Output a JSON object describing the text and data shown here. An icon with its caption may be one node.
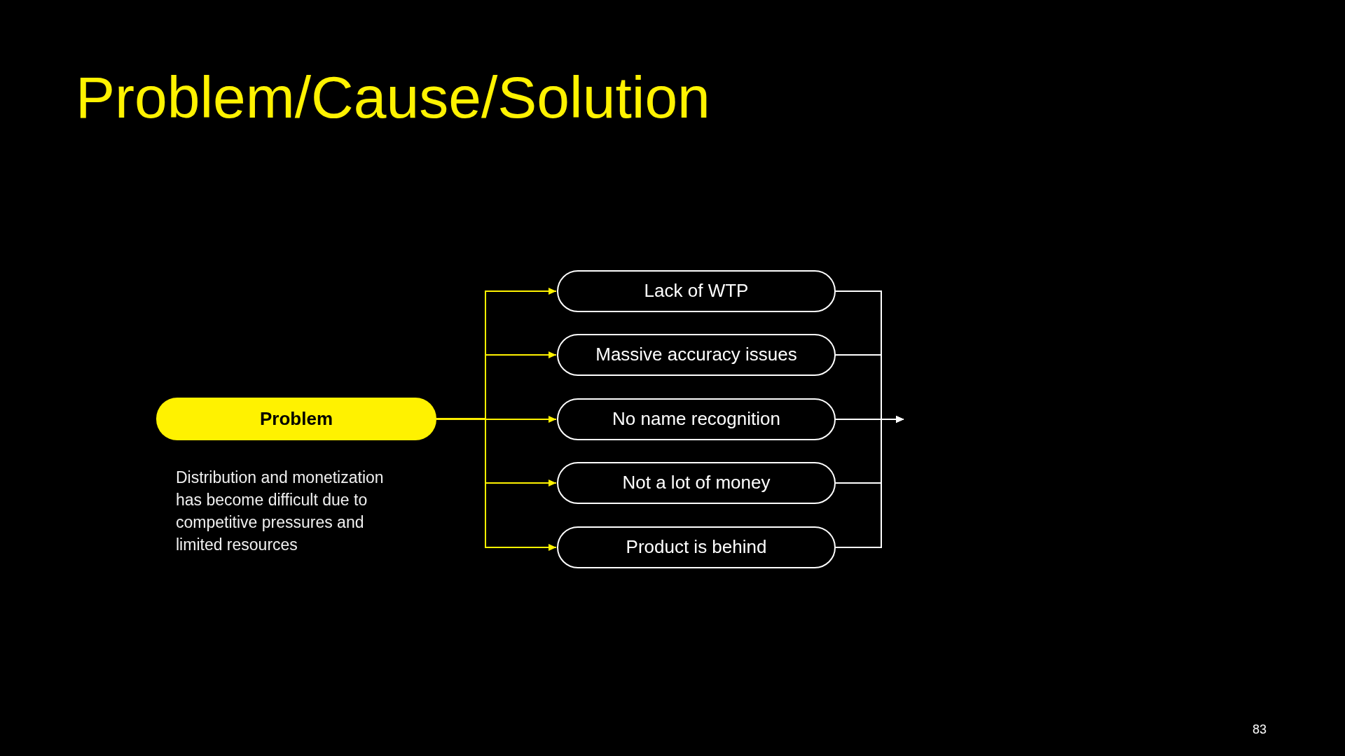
{
  "diagram": {
    "title": "Problem/Cause/Solution",
    "nodes": [
      {
        "text": [
          "Problem"
        ],
        "beside": [
          "Distribution and monetization has become difficult due to competitive pressures and limited resources"
        ]
      },
      {
        "text": [
          "Lack of WTP"
        ]
      },
      {
        "text": [
          "Massive accuracy issues"
        ]
      },
      {
        "text": [
          "No name recognition"
        ]
      },
      {
        "text": [
          "Not a lot of money"
        ]
      },
      {
        "text": [
          "Product is behind"
        ]
      }
    ],
    "edges": [
      {
        "from": 0,
        "to": 1,
        "arrow": "to",
        "color": "#fff200"
      },
      {
        "from": 0,
        "to": 2,
        "arrow": "to",
        "color": "#fff200"
      },
      {
        "from": 0,
        "to": 3,
        "arrow": "to",
        "color": "#fff200"
      },
      {
        "from": 0,
        "to": 4,
        "arrow": "to",
        "color": "#fff200"
      },
      {
        "from": 0,
        "to": 5,
        "arrow": "to",
        "color": "#fff200"
      },
      {
        "from": 1,
        "to": null,
        "arrow": "to",
        "color": "#ffffff"
      },
      {
        "from": 2,
        "to": null,
        "arrow": "to",
        "color": "#ffffff"
      },
      {
        "from": 3,
        "to": null,
        "arrow": "to",
        "color": "#ffffff"
      },
      {
        "from": 4,
        "to": null,
        "arrow": "to",
        "color": "#ffffff"
      },
      {
        "from": 5,
        "to": null,
        "arrow": "to",
        "color": "#ffffff"
      }
    ],
    "labels": [
      "83"
    ]
  }
}
